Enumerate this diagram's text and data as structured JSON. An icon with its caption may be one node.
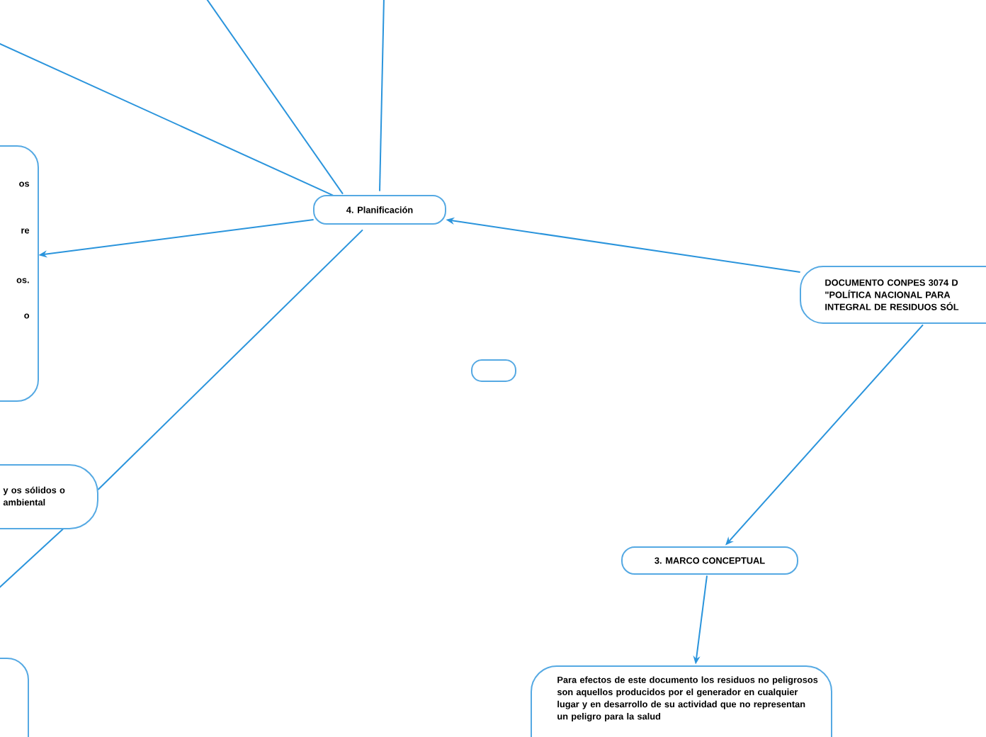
{
  "diagram": {
    "nodes": [
      {
        "text": [
          "4. Planificación"
        ]
      },
      {
        "text": [
          "os",
          "re",
          "os.",
          "o"
        ]
      },
      {
        "text": [
          "y os sólidos o ambiental"
        ]
      },
      {
        "text": [
          "DOCUMENTO CONPES 3074 D \"POLÍTICA NACIONAL PARA INTEGRAL DE RESIDUOS SÓL"
        ]
      },
      {
        "text": [],
        "shape": "box"
      },
      {
        "text": [
          "3. MARCO CONCEPTUAL"
        ]
      },
      {
        "text": [
          "Para efectos de este documento los residuos no peligrosos son aquellos producidos por el generador en cualquier lugar y en desarrollo de su actividad que no representan un peligro para la salud"
        ]
      },
      {
        "text": [],
        "shape": "box"
      }
    ],
    "edges": [
      {
        "from": 3,
        "to": 0,
        "arrow": "to"
      },
      {
        "from": 0,
        "to": 1,
        "arrow": "to"
      },
      {
        "from": 0,
        "to": 2,
        "arrow": "none"
      },
      {
        "from": 3,
        "to": 5,
        "arrow": "to"
      },
      {
        "from": 5,
        "to": 6,
        "arrow": "to"
      },
      {
        "from": null,
        "to": 0,
        "arrow": "none"
      },
      {
        "from": null,
        "to": 0,
        "arrow": "none"
      },
      {
        "from": null,
        "to": 0,
        "arrow": "none"
      },
      {
        "from": 2,
        "to": null,
        "arrow": "none"
      }
    ]
  }
}
